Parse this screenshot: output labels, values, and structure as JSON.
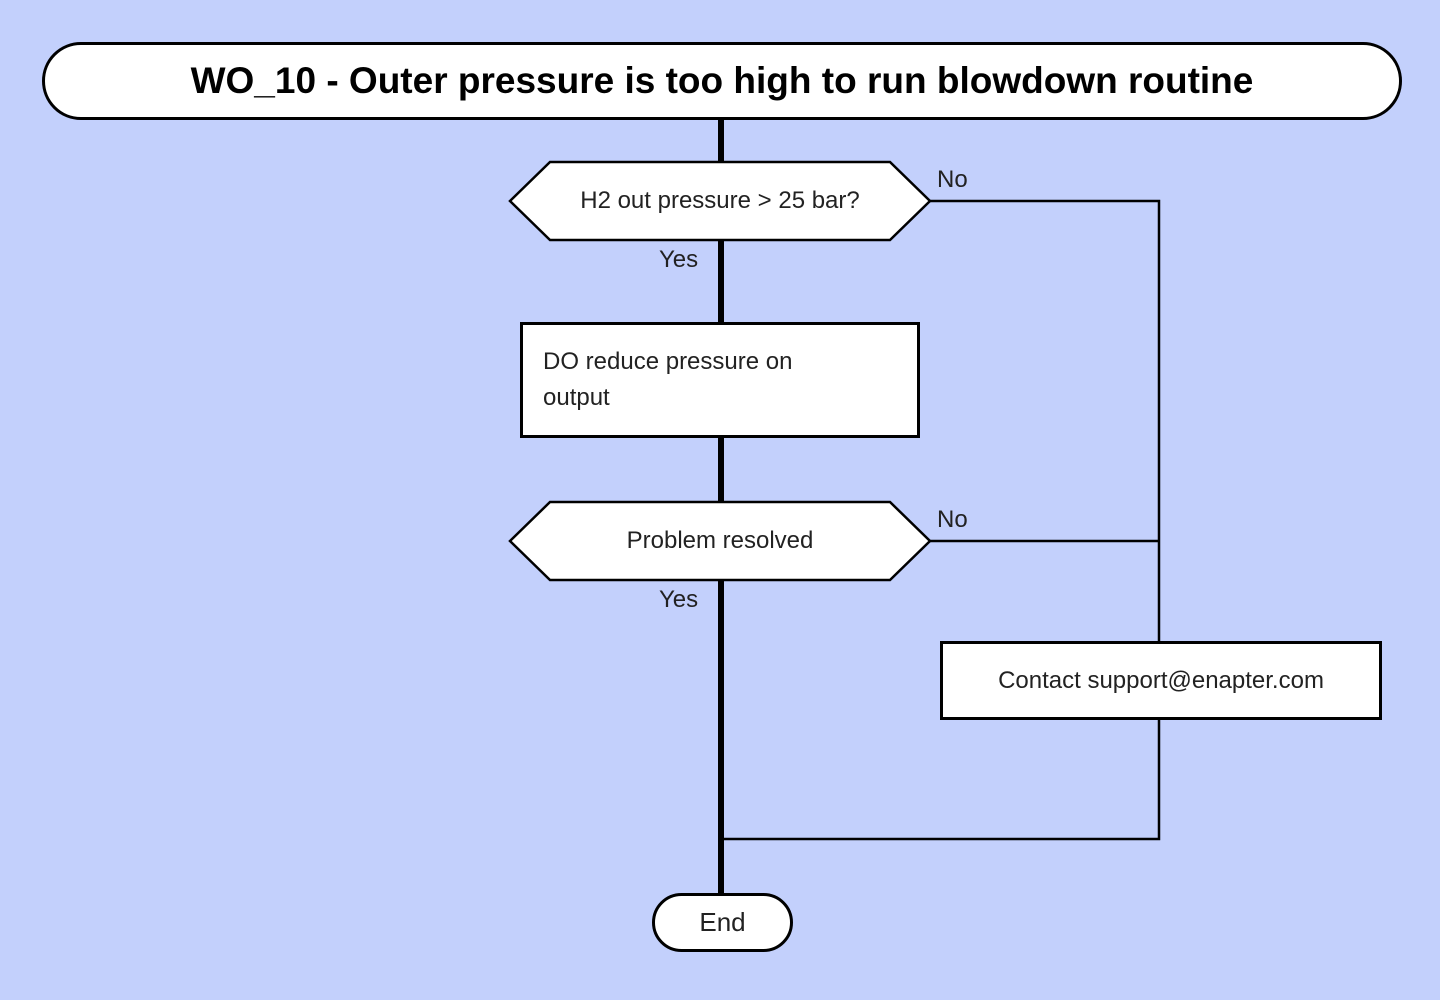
{
  "colors": {
    "background": "#c3d0fc",
    "node_fill": "#ffffff",
    "stroke": "#000000",
    "text": "#222222"
  },
  "title": {
    "label": "WO_10 - Outer pressure is too high to run blowdown routine"
  },
  "flow": {
    "decision_pressure": {
      "label": "H2 out pressure > 25 bar?",
      "no_label": "No",
      "yes_label": "Yes"
    },
    "action_reduce": {
      "label": "DO reduce pressure on output"
    },
    "decision_resolved": {
      "label": "Problem resolved",
      "no_label": "No",
      "yes_label": "Yes"
    },
    "action_contact": {
      "label": "Contact support@enapter.com"
    },
    "end_node": {
      "label": "End"
    }
  }
}
